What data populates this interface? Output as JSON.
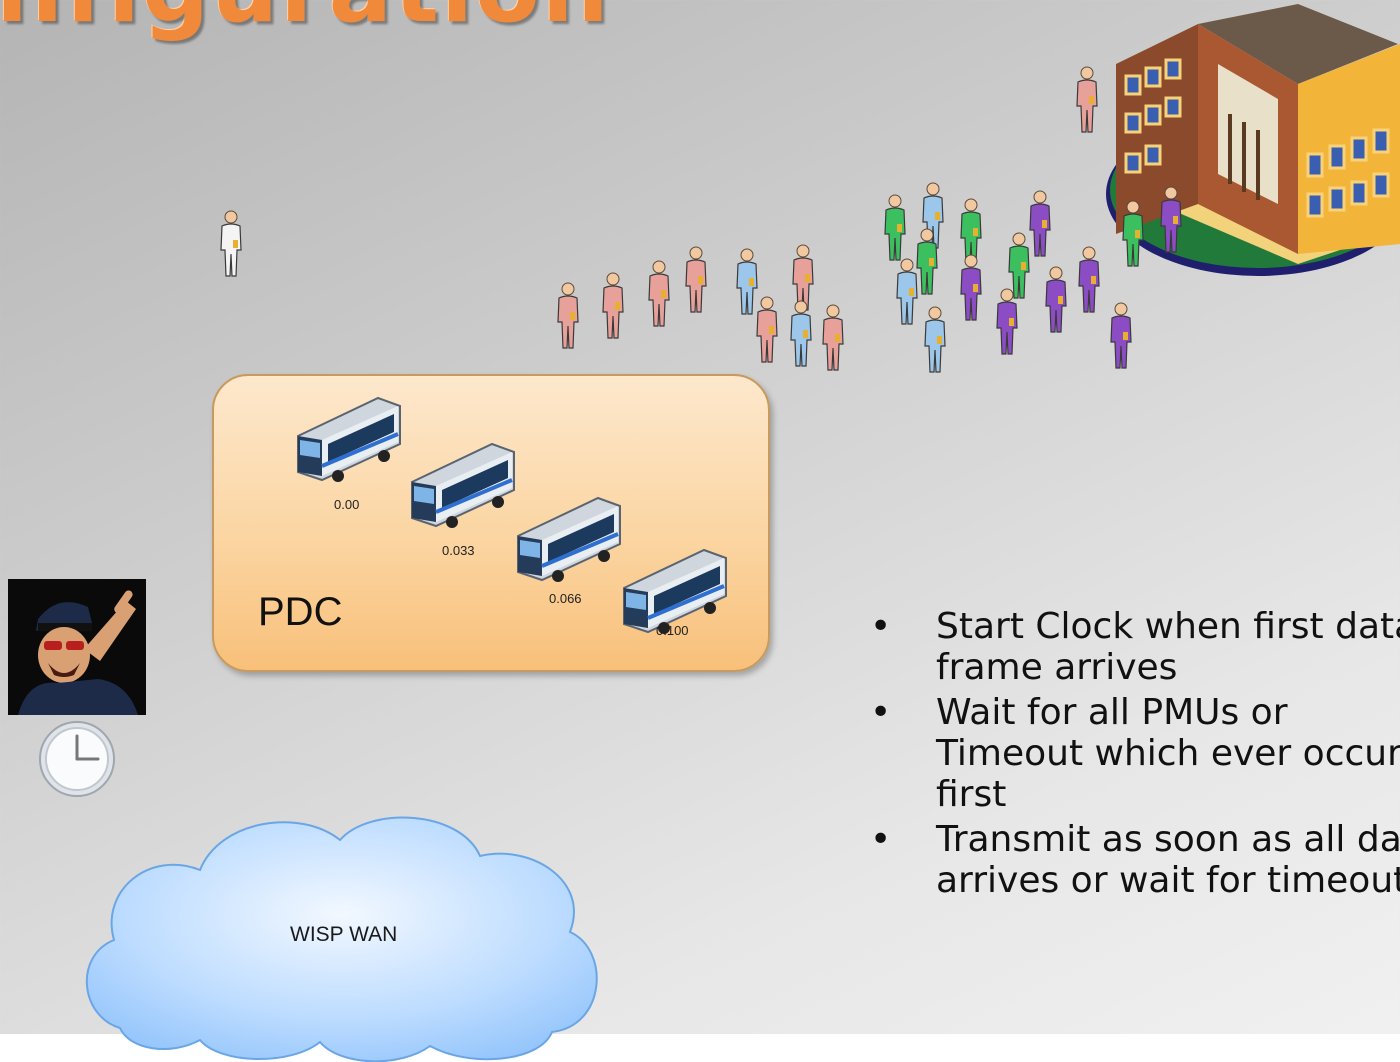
{
  "slide": {
    "title": "nfiguration",
    "pdc_label": "PDC",
    "wan_label": "WISP WAN",
    "bus_times": [
      "0.00",
      "0.033",
      "0.066",
      "0.100"
    ],
    "bullets": [
      "Start Clock when first data frame arrives",
      "Wait for all PMUs or Timeout which ever occurs first",
      "Transmit as soon as all data arrives or wait for timeout"
    ]
  },
  "icons": {
    "person": "person-icon",
    "bus": "bus-icon",
    "building": "building-icon",
    "clock": "clock-icon",
    "cloud": "cloud-icon",
    "police": "police-officer-image"
  },
  "colors": {
    "title": "#f0893a",
    "pdc_fill": "#fbd5a2",
    "cloud_fill": "#a9d4ff",
    "person_pink": "#e8a09a",
    "person_blue": "#9cc7ea",
    "person_green": "#3cbf5f",
    "person_purple": "#8c4cc4",
    "person_white": "#f4f4f4"
  }
}
